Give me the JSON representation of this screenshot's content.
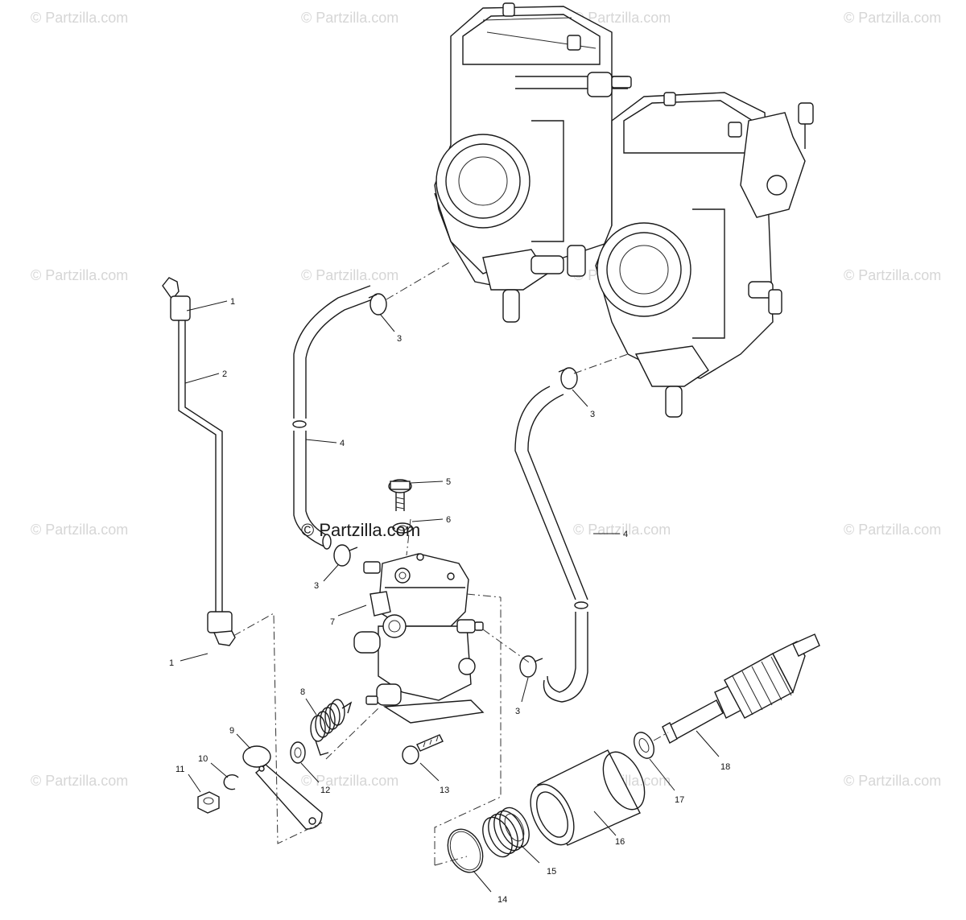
{
  "watermarks": {
    "repeated_text": "© Partzilla.com",
    "center_text": "© Partzilla.com"
  },
  "callouts": {
    "c1_top": "1",
    "c1_bottom": "1",
    "c2": "2",
    "c3_a": "3",
    "c3_b": "3",
    "c3_c": "3",
    "c3_d": "3",
    "c4_a": "4",
    "c4_b": "4",
    "c5": "5",
    "c6": "6",
    "c7": "7",
    "c8": "8",
    "c9": "9",
    "c10": "10",
    "c11": "11",
    "c12": "12",
    "c13": "13",
    "c14": "14",
    "c15": "15",
    "c16": "16",
    "c17": "17",
    "c18": "18"
  }
}
